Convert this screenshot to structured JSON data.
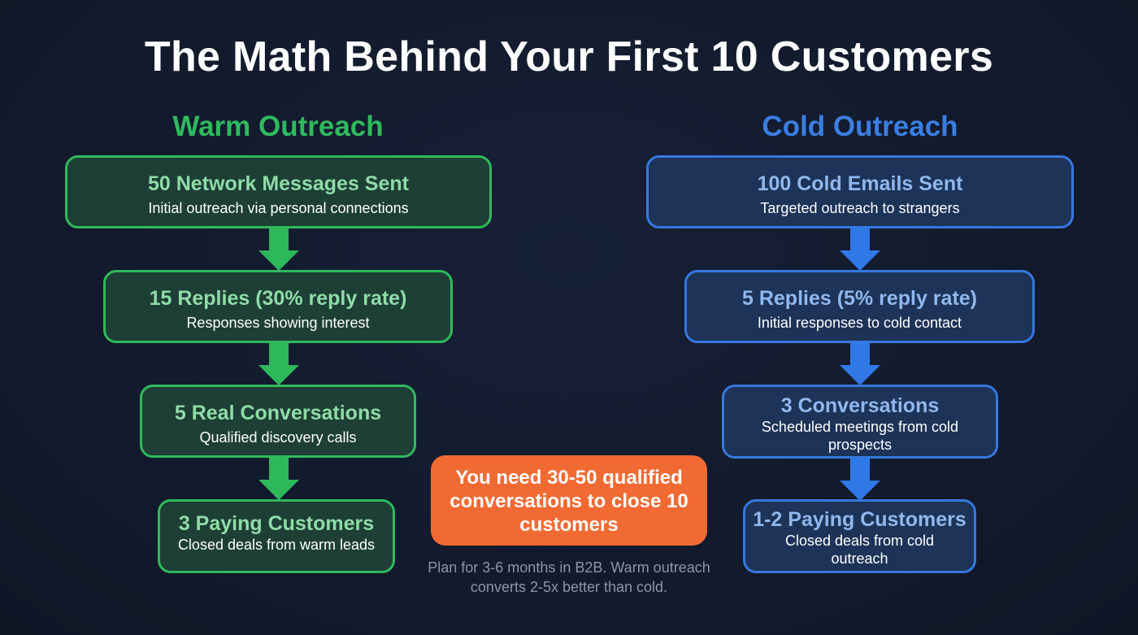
{
  "title": "The Math Behind Your First 10 Customers",
  "colors": {
    "background": "#131b2e",
    "warm_accent": "#30b95c",
    "warm_fill": "#1d3f35",
    "warm_text": "#8fdca8",
    "cold_accent": "#3678df",
    "cold_fill": "#1d3358",
    "cold_text": "#8fb8ee",
    "callout": "#f26a33"
  },
  "warm": {
    "title": "Warm Outreach",
    "steps": [
      {
        "head": "50 Network Messages Sent",
        "sub": "Initial outreach via personal connections"
      },
      {
        "head": "15 Replies (30% reply rate)",
        "sub": "Responses showing interest"
      },
      {
        "head": "5 Real Conversations",
        "sub": "Qualified discovery calls"
      },
      {
        "head": "3 Paying Customers",
        "sub": "Closed deals from warm leads"
      }
    ]
  },
  "cold": {
    "title": "Cold Outreach",
    "steps": [
      {
        "head": "100 Cold Emails Sent",
        "sub": "Targeted outreach to strangers"
      },
      {
        "head": "5 Replies (5% reply rate)",
        "sub": "Initial responses to cold contact"
      },
      {
        "head": "3 Conversations",
        "sub": "Scheduled meetings from cold prospects"
      },
      {
        "head": "1-2 Paying Customers",
        "sub": "Closed deals from cold outreach"
      }
    ]
  },
  "callout": {
    "text": "You need 30-50 qualified conversations to close 10 customers"
  },
  "footnote": "Plan for 3-6 months in B2B. Warm outreach converts 2-5x better than cold."
}
